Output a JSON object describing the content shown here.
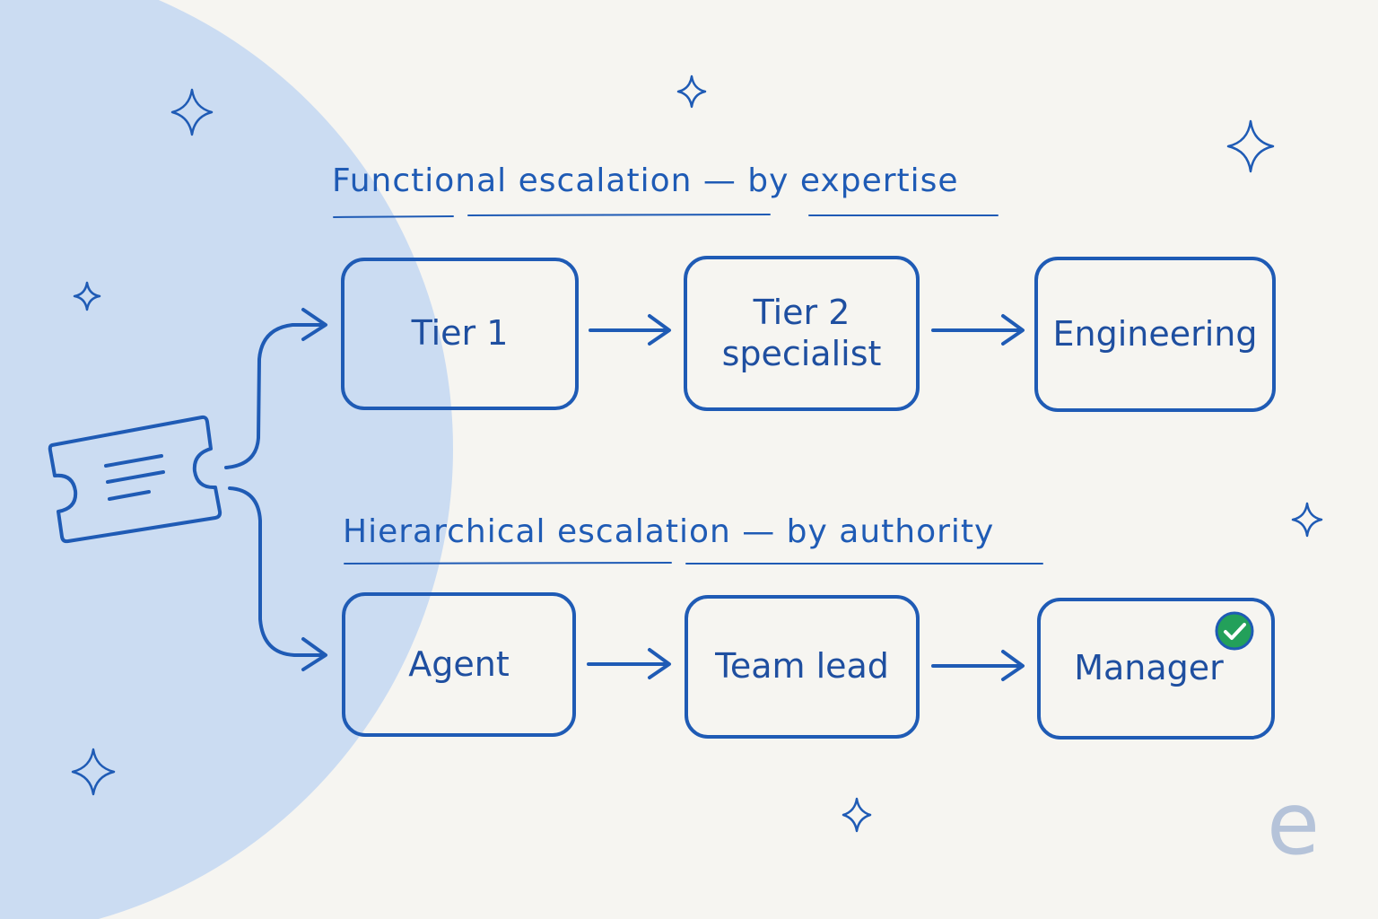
{
  "colors": {
    "background": "#f6f5f1",
    "blob": "#cbdcf2",
    "ink": "#1f5bb5",
    "check": "#23a05a",
    "brand": "#b5c3d9"
  },
  "headings": {
    "functional": "Functional escalation — by expertise",
    "hierarchical": "Hierarchical escalation — by authority"
  },
  "functional_steps": [
    "Tier 1",
    "Tier 2\nspecialist",
    "Engineering"
  ],
  "hierarchical_steps": [
    "Agent",
    "Team lead",
    "Manager"
  ],
  "icons": {
    "ticket": "ticket-icon",
    "check": "check-circle-icon",
    "sparkle": "sparkle-icon"
  },
  "brand_mark": "e"
}
